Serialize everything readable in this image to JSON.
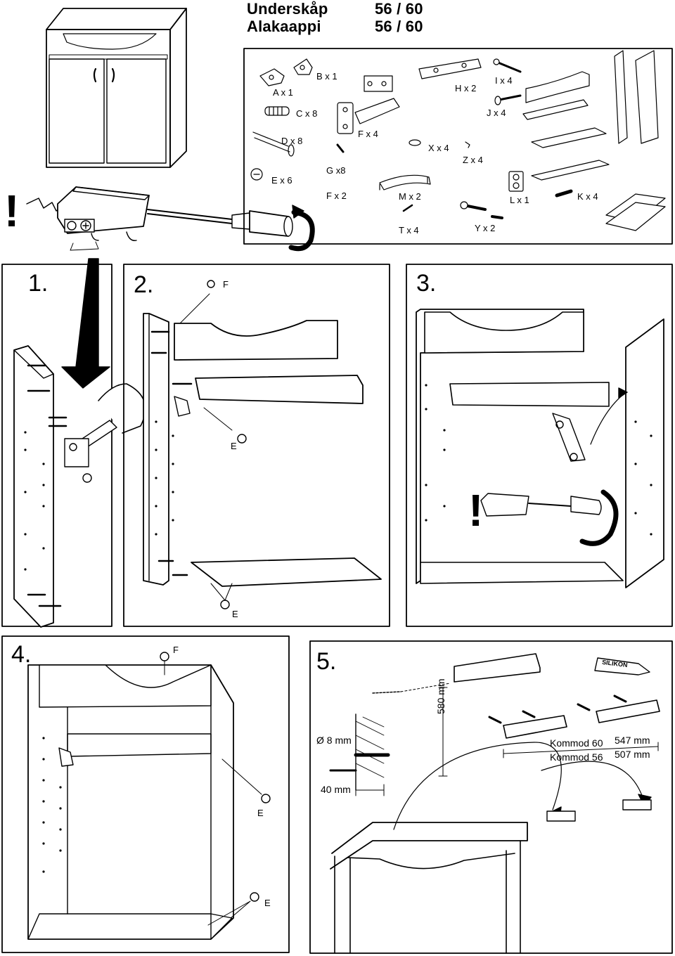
{
  "header": {
    "title_line1": "Underskåp",
    "title_line2": "Alakaappi",
    "size_line1": "56 / 60",
    "size_line2": "56 / 60"
  },
  "parts": {
    "A": "A x 1",
    "B": "B x 1",
    "C": "C x 8",
    "D": "D x 8",
    "E": "E x 6",
    "F4": "F x 4",
    "G": "G x8",
    "F2": "F x 2",
    "H": "H x 2",
    "I": "I x 4",
    "J": "J x 4",
    "X": "X x 4",
    "Z": "Z x 4",
    "M": "M x 2",
    "T": "T x 4",
    "L": "L x 1",
    "K": "K x 4",
    "Y": "Y x 2"
  },
  "warning_mark": "!",
  "steps": {
    "s1": "1.",
    "s2": "2.",
    "s3": "3.",
    "s4": "4.",
    "s5": "5."
  },
  "labels": {
    "F": "F",
    "E": "E"
  },
  "step5": {
    "silikon": "SILIKON",
    "drill_diameter": "Ø 8 mm",
    "drill_depth": "40 mm",
    "height": "580 mm",
    "kommod60": "Kommod 60",
    "kommod56": "Kommod 56",
    "dim60": "547 mm",
    "dim56": "507 mm"
  }
}
